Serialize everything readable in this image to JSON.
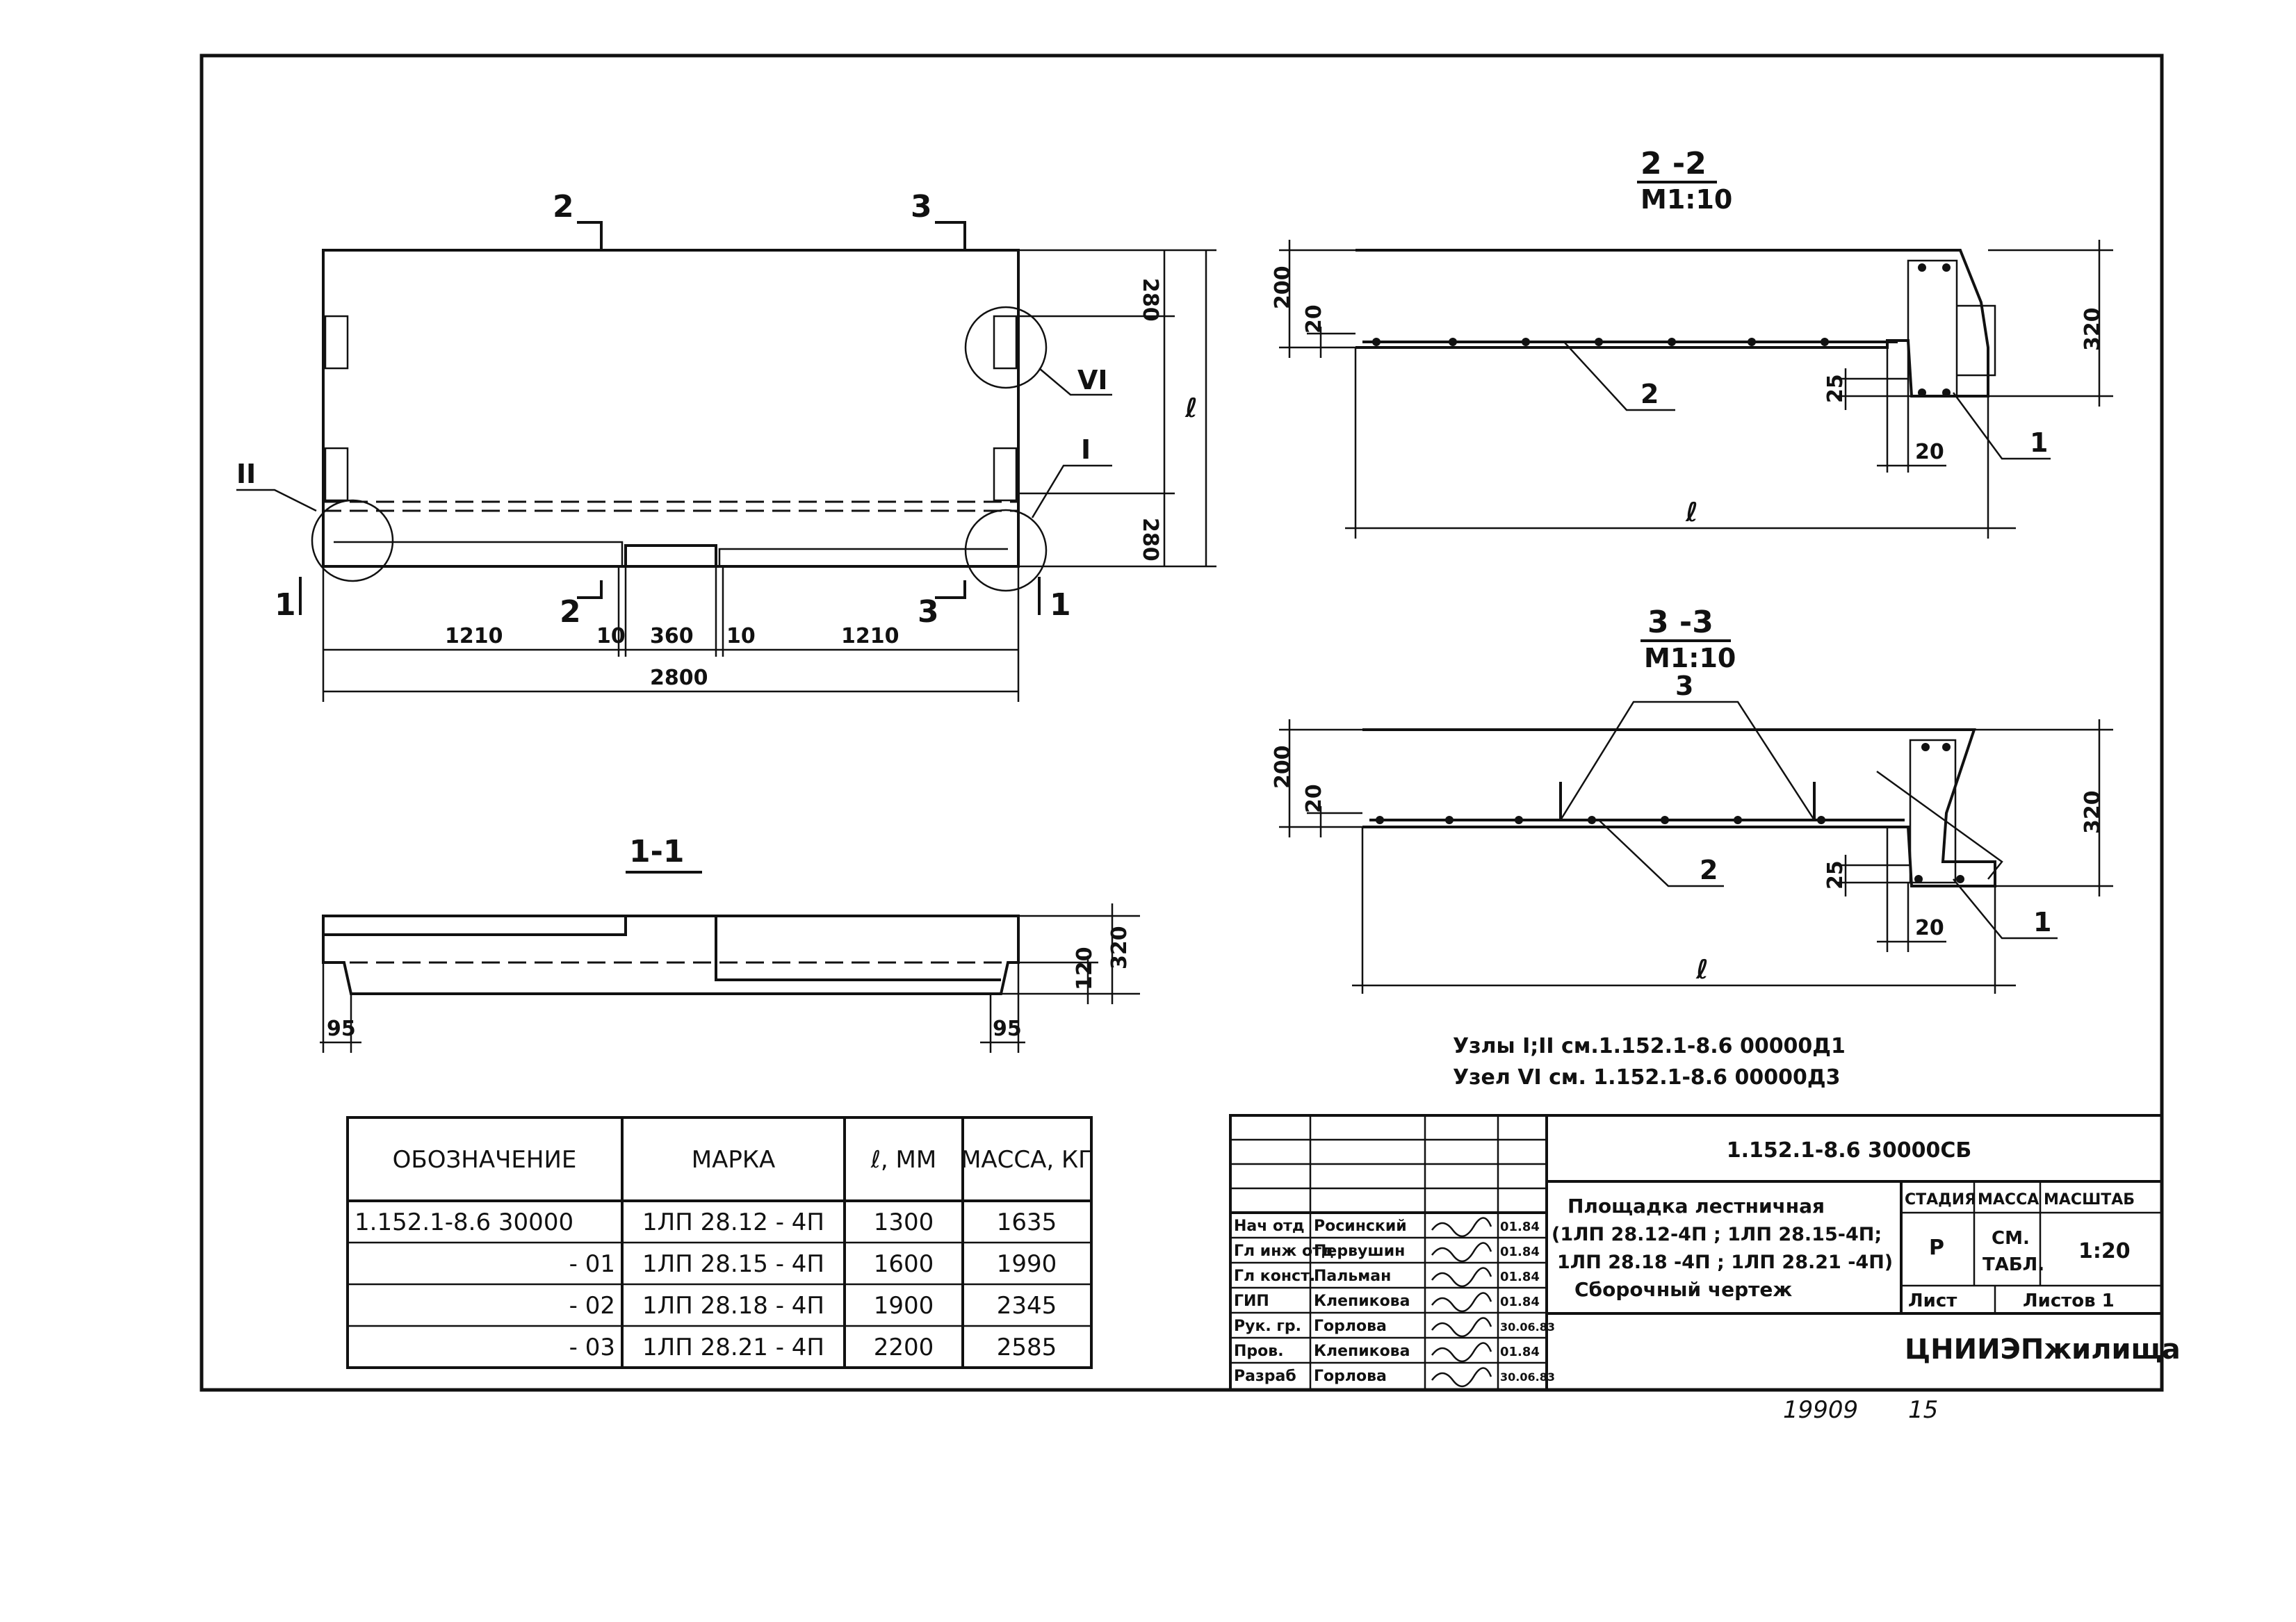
{
  "plan": {
    "cut_2": "2",
    "cut_3": "3",
    "cut_1": "1",
    "node_I": "I",
    "node_II": "II",
    "node_VI": "VI",
    "dim_280_top": "280",
    "dim_280_bottom": "280",
    "dim_l": "ℓ",
    "dim_1210_left": "1210",
    "dim_10_left": "10",
    "dim_360": "360",
    "dim_10_right": "10",
    "dim_1210_right": "1210",
    "dim_2800": "2800"
  },
  "section_1_1": {
    "title": "1-1",
    "dim_320": "320",
    "dim_120": "120",
    "dim_95_left": "95",
    "dim_95_right": "95"
  },
  "section_2_2": {
    "title": "2 -2",
    "scale": "M1:10",
    "dim_200": "200",
    "dim_20": "20",
    "dim_320": "320",
    "dim_25": "25",
    "dim_20_bottom": "20",
    "pos_2": "2",
    "pos_1": "1",
    "dim_l": "ℓ"
  },
  "section_3_3": {
    "title": "3 -3",
    "scale": "M1:10",
    "pos_3": "3",
    "dim_200": "200",
    "dim_20": "20",
    "dim_320": "320",
    "dim_25": "25",
    "dim_20_bottom": "20",
    "pos_2": "2",
    "pos_1": "1",
    "dim_l": "ℓ"
  },
  "notes": {
    "line1": "Узлы I;II см.1.152.1-8.6 00000Д1",
    "line2": "Узел VI см. 1.152.1-8.6 00000Д3"
  },
  "spec_table": {
    "headers": [
      "ОБОЗНАЧЕНИЕ",
      "МАРКА",
      "ℓ, ММ",
      "МАССА, КГ"
    ],
    "rows": [
      [
        "1.152.1-8.6 30000",
        "1ЛП 28.12 - 4П",
        "1300",
        "1635"
      ],
      [
        "- 01",
        "1ЛП 28.15 - 4П",
        "1600",
        "1990"
      ],
      [
        "- 02",
        "1ЛП 28.18 - 4П",
        "1900",
        "2345"
      ],
      [
        "- 03",
        "1ЛП 28.21 - 4П",
        "2200",
        "2585"
      ]
    ]
  },
  "stamp": {
    "code": "1.152.1-8.6   30000СБ",
    "title_line1": "Площадка лестничная",
    "title_line2": "(1ЛП 28.12-4П ; 1ЛП 28.15-4П;",
    "title_line3": "1ЛП 28.18 -4П ; 1ЛП 28.21 -4П)",
    "title_line4": "Сборочный чертеж",
    "stage_label": "СТАДИЯ",
    "mass_label": "МАССА",
    "scale_label": "МАСШТАБ",
    "stage": "Р",
    "mass_line1": "СМ.",
    "mass_line2": "ТАБЛ.",
    "scale": "1:20",
    "sheet_label": "Лист",
    "sheets_label": "Листов 1",
    "org": "ЦНИИЭПжилища",
    "people": [
      {
        "role": "Нач отд",
        "name": "Росинский",
        "date": "01.84"
      },
      {
        "role": "Гл инж отд",
        "name": "Первушин",
        "date": "01.84"
      },
      {
        "role": "Гл конст.",
        "name": "Пальман",
        "date": "01.84"
      },
      {
        "role": "ГИП",
        "name": "Клепикова",
        "date": "01.84"
      },
      {
        "role": "Рук. гр.",
        "name": "Горлова",
        "date": "30.06.83"
      },
      {
        "role": "Пров.",
        "name": "Клепикова",
        "date": "01.84"
      },
      {
        "role": "Разраб",
        "name": "Горлова",
        "date": "30.06.83"
      }
    ]
  },
  "handwritten": {
    "inventory": "19909",
    "page": "15"
  }
}
